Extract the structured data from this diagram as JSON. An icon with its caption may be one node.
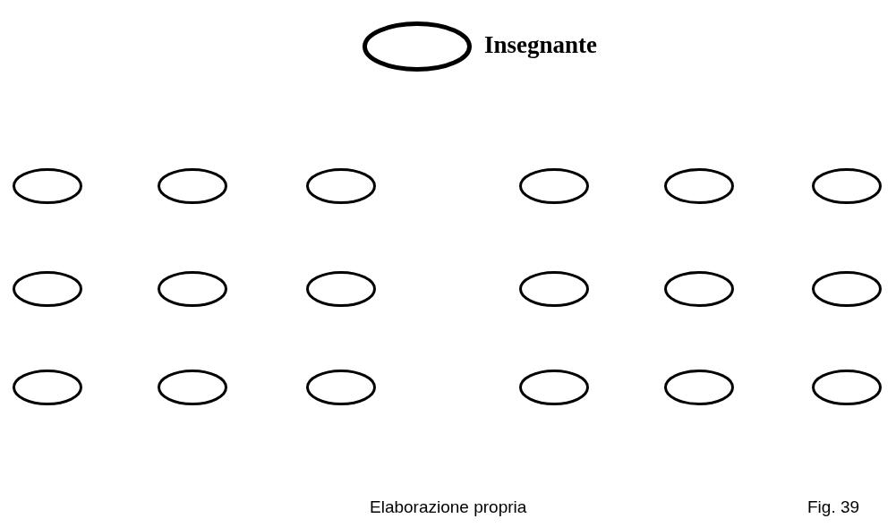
{
  "diagram": {
    "nodes": [
      {
        "text": [],
        "shape": "ellipse",
        "beside": [
          "Insegnante"
        ]
      },
      {
        "text": [],
        "shape": "ellipse"
      },
      {
        "text": [],
        "shape": "ellipse"
      },
      {
        "text": [],
        "shape": "ellipse"
      },
      {
        "text": [],
        "shape": "ellipse"
      },
      {
        "text": [],
        "shape": "ellipse"
      },
      {
        "text": [],
        "shape": "ellipse"
      },
      {
        "text": [],
        "shape": "ellipse"
      },
      {
        "text": [],
        "shape": "ellipse"
      },
      {
        "text": [],
        "shape": "ellipse"
      },
      {
        "text": [],
        "shape": "ellipse"
      },
      {
        "text": [],
        "shape": "ellipse"
      },
      {
        "text": [],
        "shape": "ellipse"
      },
      {
        "text": [],
        "shape": "ellipse"
      },
      {
        "text": [],
        "shape": "ellipse"
      },
      {
        "text": [],
        "shape": "ellipse"
      },
      {
        "text": [],
        "shape": "ellipse"
      },
      {
        "text": [],
        "shape": "ellipse"
      },
      {
        "text": [],
        "shape": "ellipse"
      }
    ],
    "edges": [],
    "labels": [
      "Elaborazione propria",
      "Fig. 39"
    ]
  }
}
